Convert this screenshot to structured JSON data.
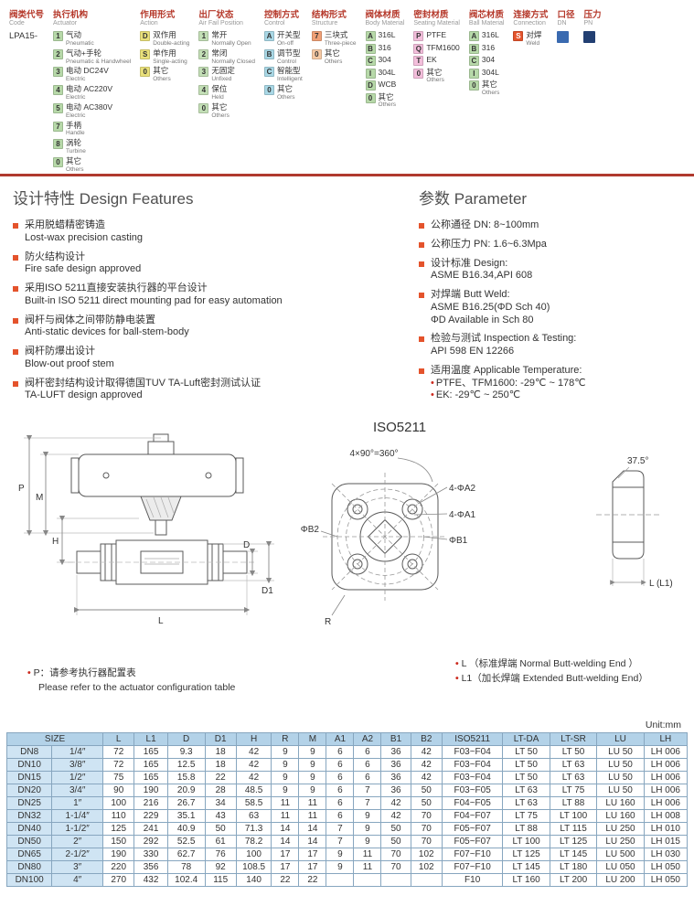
{
  "legend": {
    "columns": [
      {
        "type": "code",
        "title_zh": "阀类代号",
        "title_en": "Code",
        "value": "LPA15-"
      },
      {
        "type": "items",
        "title_zh": "执行机构",
        "title_en": "Actuator",
        "color": "#b7d9a9",
        "items": [
          {
            "code": "1",
            "zh": "气动",
            "en": "Pneumatic"
          },
          {
            "code": "2",
            "zh": "气动+手轮",
            "en": "Pneumatic & Handwheel"
          },
          {
            "code": "3",
            "zh": "电动 DC24V",
            "en": "Electric"
          },
          {
            "code": "4",
            "zh": "电动 AC220V",
            "en": "Electric"
          },
          {
            "code": "5",
            "zh": "电动 AC380V",
            "en": "Electric"
          },
          {
            "code": "7",
            "zh": "手柄",
            "en": "Handle"
          },
          {
            "code": "8",
            "zh": "涡轮",
            "en": "Turbine"
          },
          {
            "code": "0",
            "zh": "其它",
            "en": "Others"
          }
        ]
      },
      {
        "type": "items",
        "title_zh": "作用形式",
        "title_en": "Action",
        "color": "#e9e07a",
        "items": [
          {
            "code": "D",
            "zh": "双作用",
            "en": "Double-acting"
          },
          {
            "code": "S",
            "zh": "单作用",
            "en": "Single-acting"
          },
          {
            "code": "0",
            "zh": "其它",
            "en": "Others"
          }
        ]
      },
      {
        "type": "items",
        "title_zh": "出厂状态",
        "title_en": "Air Fail Position",
        "color": "#c3dfb6",
        "items": [
          {
            "code": "1",
            "zh": "常开",
            "en": "Normally Open"
          },
          {
            "code": "2",
            "zh": "常闭",
            "en": "Normally Closed"
          },
          {
            "code": "3",
            "zh": "无固定",
            "en": "Unfixed"
          },
          {
            "code": "4",
            "zh": "保位",
            "en": "Held"
          },
          {
            "code": "0",
            "zh": "其它",
            "en": "Others"
          }
        ]
      },
      {
        "type": "items",
        "title_zh": "控制方式",
        "title_en": "Control",
        "color": "#a9d8e6",
        "items": [
          {
            "code": "A",
            "zh": "开关型",
            "en": "On-off"
          },
          {
            "code": "B",
            "zh": "调节型",
            "en": "Control"
          },
          {
            "code": "C",
            "zh": "智能型",
            "en": "Intelligent"
          },
          {
            "code": "0",
            "zh": "其它",
            "en": "Others"
          }
        ]
      },
      {
        "type": "items",
        "title_zh": "结构形式",
        "title_en": "Structure",
        "color": "#f0a076",
        "items": [
          {
            "code": "7",
            "zh": "三块式",
            "en": "Three-piece"
          },
          {
            "code": "0",
            "zh": "其它",
            "en": "Others",
            "color": "#f6c9a4"
          }
        ]
      },
      {
        "type": "items",
        "title_zh": "阀体材质",
        "title_en": "Body Material",
        "color": "#b7d9a9",
        "items": [
          {
            "code": "A",
            "zh": "316L",
            "en": ""
          },
          {
            "code": "B",
            "zh": "316",
            "en": ""
          },
          {
            "code": "C",
            "zh": "304",
            "en": ""
          },
          {
            "code": "I",
            "zh": "304L",
            "en": ""
          },
          {
            "code": "D",
            "zh": "WCB",
            "en": ""
          },
          {
            "code": "0",
            "zh": "其它",
            "en": "Others"
          }
        ]
      },
      {
        "type": "items",
        "title_zh": "密封材质",
        "title_en": "Seating Material",
        "color": "#f3bedb",
        "items": [
          {
            "code": "P",
            "zh": "PTFE",
            "en": ""
          },
          {
            "code": "Q",
            "zh": "TFM1600",
            "en": ""
          },
          {
            "code": "T",
            "zh": "EK",
            "en": ""
          },
          {
            "code": "0",
            "zh": "其它",
            "en": "Others"
          }
        ]
      },
      {
        "type": "items",
        "title_zh": "阀芯材质",
        "title_en": "Ball Material",
        "color": "#b7d9a9",
        "items": [
          {
            "code": "A",
            "zh": "316L",
            "en": ""
          },
          {
            "code": "B",
            "zh": "316",
            "en": ""
          },
          {
            "code": "C",
            "zh": "304",
            "en": ""
          },
          {
            "code": "I",
            "zh": "304L",
            "en": ""
          },
          {
            "code": "0",
            "zh": "其它",
            "en": "Others"
          }
        ]
      },
      {
        "type": "items",
        "title_zh": "连接方式",
        "title_en": "Connection",
        "color": "#e4532c",
        "text_color": "#ffffff",
        "items": [
          {
            "code": "S",
            "zh": "对焊",
            "en": "Weld"
          }
        ]
      },
      {
        "type": "square",
        "title_zh": "口径",
        "title_en": "DN",
        "color": "#3a6ab0"
      },
      {
        "type": "square",
        "title_zh": "压力",
        "title_en": "PN",
        "color": "#223f72"
      }
    ]
  },
  "design_features": {
    "title": "设计特性 Design Features",
    "items": [
      {
        "zh": "采用脱蜡精密铸造",
        "en": "Lost-wax precision casting"
      },
      {
        "zh": "防火结构设计",
        "en": "Fire safe design approved"
      },
      {
        "zh": "采用ISO 5211直接安装执行器的平台设计",
        "en": "Built-in ISO 5211 direct mounting pad for easy automation"
      },
      {
        "zh": "阀杆与阀体之间带防静电装置",
        "en": "Anti-static devices for ball-stem-body"
      },
      {
        "zh": "阀杆防爆出设计",
        "en": "Blow-out proof stem"
      },
      {
        "zh": "阀杆密封结构设计取得德国TUV TA-Luft密封测试认证",
        "en": "TA-LUFT design approved"
      }
    ]
  },
  "parameters": {
    "title": "参数 Parameter",
    "items": [
      {
        "lines": [
          "公称通径 DN: 8~100mm"
        ]
      },
      {
        "lines": [
          "公称压力 PN: 1.6~6.3Mpa"
        ]
      },
      {
        "lines": [
          "设计标准  Design:",
          "ASME B16.34,API 608"
        ]
      },
      {
        "lines": [
          "对焊端 Butt Weld:",
          "ASME B16.25(ΦD Sch 40)",
          "ΦD Available in Sch 80"
        ]
      },
      {
        "lines": [
          "检验与测试 Inspection & Testing:",
          "API 598 EN 12266"
        ]
      },
      {
        "lines": [
          "适用温度 Applicable Temperature:",
          "•PTFE、TFM1600: -29℃ ~ 178℃",
          "•EK: -29℃ ~ 250℃"
        ]
      }
    ]
  },
  "drawing": {
    "iso_title": "ISO5211",
    "valve_labels": {
      "p": "P",
      "m": "M",
      "h": "H",
      "d": "D",
      "d1": "D1",
      "l": "L"
    },
    "flange_labels": {
      "angle": "4×90°=360°",
      "a2": "4-ΦA2",
      "a1": "4-ΦA1",
      "b2": "ΦB2",
      "b1": "ΦB1",
      "r": "R"
    },
    "weld_labels": {
      "angle": "37.5°",
      "l": "L (L1)"
    },
    "notes": {
      "p_zh": "P：请参考执行器配置表",
      "p_en": "Please refer to the actuator configuration table",
      "l_note": "L （标准焊端 Normal Butt-welding End ）",
      "l1_note": "L1（加长焊端 Extended Butt-welding End）"
    }
  },
  "dim_table": {
    "unit": "Unit:mm",
    "headers": [
      "SIZE",
      "L",
      "L1",
      "D",
      "D1",
      "H",
      "R",
      "M",
      "A1",
      "A2",
      "B1",
      "B2",
      "ISO5211",
      "LT-DA",
      "LT-SR",
      "LU",
      "LH"
    ],
    "rows": [
      [
        "DN8",
        "1/4″",
        "72",
        "165",
        "9.3",
        "18",
        "42",
        "9",
        "9",
        "6",
        "6",
        "36",
        "42",
        "F03~F04",
        "LT 50",
        "LT 50",
        "LU 50",
        "LH 006"
      ],
      [
        "DN10",
        "3/8″",
        "72",
        "165",
        "12.5",
        "18",
        "42",
        "9",
        "9",
        "6",
        "6",
        "36",
        "42",
        "F03~F04",
        "LT 50",
        "LT 63",
        "LU 50",
        "LH 006"
      ],
      [
        "DN15",
        "1/2″",
        "75",
        "165",
        "15.8",
        "22",
        "42",
        "9",
        "9",
        "6",
        "6",
        "36",
        "42",
        "F03~F04",
        "LT 50",
        "LT 63",
        "LU 50",
        "LH 006"
      ],
      [
        "DN20",
        "3/4″",
        "90",
        "190",
        "20.9",
        "28",
        "48.5",
        "9",
        "9",
        "6",
        "7",
        "36",
        "50",
        "F03~F05",
        "LT 63",
        "LT 75",
        "LU 50",
        "LH 006"
      ],
      [
        "DN25",
        "1″",
        "100",
        "216",
        "26.7",
        "34",
        "58.5",
        "11",
        "11",
        "6",
        "7",
        "42",
        "50",
        "F04~F05",
        "LT 63",
        "LT 88",
        "LU 160",
        "LH 006"
      ],
      [
        "DN32",
        "1-1/4″",
        "110",
        "229",
        "35.1",
        "43",
        "63",
        "11",
        "11",
        "6",
        "9",
        "42",
        "70",
        "F04~F07",
        "LT 75",
        "LT 100",
        "LU 160",
        "LH 008"
      ],
      [
        "DN40",
        "1-1/2″",
        "125",
        "241",
        "40.9",
        "50",
        "71.3",
        "14",
        "14",
        "7",
        "9",
        "50",
        "70",
        "F05~F07",
        "LT 88",
        "LT 115",
        "LU 250",
        "LH 010"
      ],
      [
        "DN50",
        "2″",
        "150",
        "292",
        "52.5",
        "61",
        "78.2",
        "14",
        "14",
        "7",
        "9",
        "50",
        "70",
        "F05~F07",
        "LT 100",
        "LT 125",
        "LU 250",
        "LH 015"
      ],
      [
        "DN65",
        "2-1/2″",
        "190",
        "330",
        "62.7",
        "76",
        "100",
        "17",
        "17",
        "9",
        "11",
        "70",
        "102",
        "F07~F10",
        "LT 125",
        "LT 145",
        "LU 500",
        "LH 030"
      ],
      [
        "DN80",
        "3″",
        "220",
        "356",
        "78",
        "92",
        "108.5",
        "17",
        "17",
        "9",
        "11",
        "70",
        "102",
        "F07~F10",
        "LT 145",
        "LT 180",
        "LU 050",
        "LH 050"
      ],
      [
        "DN100",
        "4″",
        "270",
        "432",
        "102.4",
        "115",
        "140",
        "22",
        "22",
        "",
        "",
        "",
        "",
        "F10",
        "LT 160",
        "LT 200",
        "LU 200",
        "LH 050"
      ]
    ]
  }
}
